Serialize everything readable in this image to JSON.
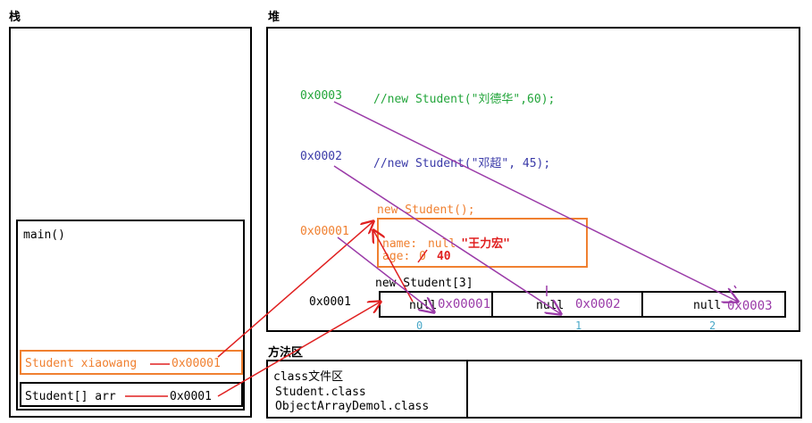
{
  "stack": {
    "title": "栈",
    "main_label": "main()",
    "var_student": "Student xiaowang",
    "var_student_addr": "0x00001",
    "var_arr": "Student[] arr",
    "var_arr_addr": "0x0001"
  },
  "heap": {
    "title": "堆",
    "addr3": "0x0003",
    "comment3": "//new Student(\"刘德华\",60);",
    "addr2": "0x0002",
    "comment2": "//new Student(\"邓超\", 45);",
    "addr1": "0x00001",
    "obj_new": "new Student();",
    "name_prefix": "name: ",
    "name_old": "null",
    "name_new": "\"王力宏\"",
    "age_prefix": "age: ",
    "age_old": "0",
    "age_new": "40",
    "array_label": "new Student[3]",
    "array_addr": "0x0001",
    "cells": [
      {
        "old": "null",
        "new": "0x00001",
        "index": "0"
      },
      {
        "old": "null",
        "new": "0x0002",
        "index": "1"
      },
      {
        "old": "null",
        "new": "0x0003",
        "index": "2"
      }
    ]
  },
  "method_area": {
    "title": "方法区",
    "class_area": "class文件区",
    "class1": "Student.class",
    "class2": "ObjectArrayDemol.class"
  }
}
